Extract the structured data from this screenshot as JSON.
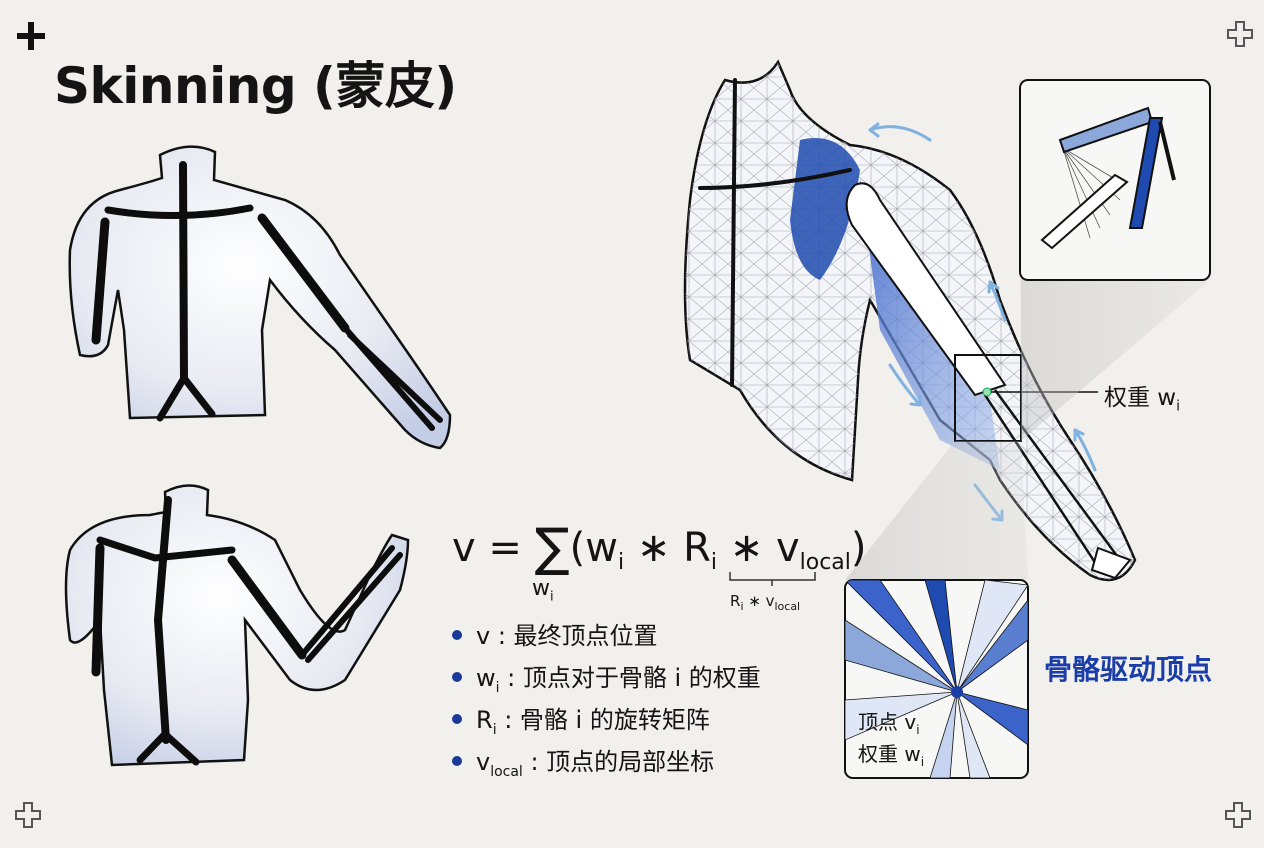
{
  "title": "Skinning (蒙皮)",
  "formula": {
    "lhs": "v = ",
    "sigma": "∑",
    "open": "(",
    "w": "w",
    "i": "i",
    "times": " ∗ ",
    "r": "R",
    "vlocal_base": "v",
    "vlocal_sub": "local",
    "close": ")",
    "sum_sub_base": "w",
    "sum_sub_index": "i",
    "brace_r": "R",
    "brace_i": "i",
    "brace_times": " ∗ v",
    "brace_local": "local"
  },
  "legend": {
    "v_sym": "v",
    "v_text": " : 最终顶点位置",
    "w_sym": "w",
    "w_sub": "i",
    "w_text": " : 顶点对于骨骼 i 的权重",
    "r_sym": "R",
    "r_sub": "i",
    "r_text": " : 骨骼 i 的旋转矩阵",
    "vl_sym": "v",
    "vl_sub": "local",
    "vl_text": " : 顶点的局部坐标"
  },
  "weight_label": {
    "text": "权重 w",
    "sub": "i"
  },
  "caption": "骨骼驱动顶点",
  "inset": {
    "vertex_text": "顶点 v",
    "vertex_sub": "i",
    "weight_text": "权重 w",
    "weight_sub": "i"
  },
  "colors": {
    "background": "#f1f0ec",
    "accent_blue": "#1a3da8",
    "deep_blue": "#1f4bb0",
    "light_blue": "#7fb2e0",
    "skeleton": "#0d0d0d"
  }
}
